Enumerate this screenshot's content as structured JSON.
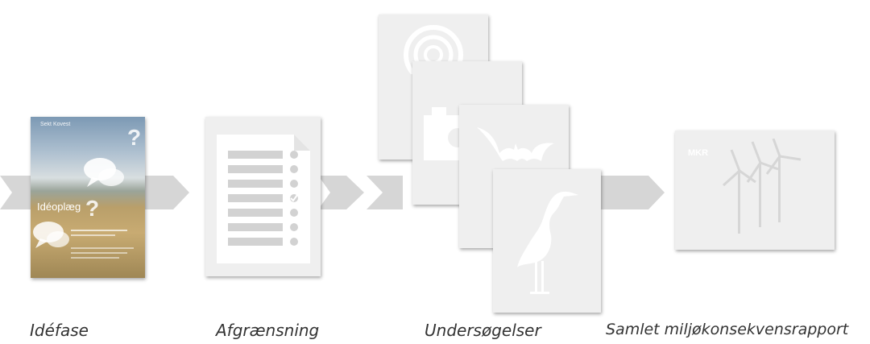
{
  "stages": [
    {
      "label": "Idéfase"
    },
    {
      "label": "Afgrænsning"
    },
    {
      "label": "Undersøgelser"
    },
    {
      "label": "Samlet miljøkonsekvensrapport"
    }
  ],
  "cover": {
    "logo_text": "Sekt Kovest",
    "title": "Idéoplæg",
    "question_mark_1": "?",
    "question_mark_2": "?"
  },
  "report_card": {
    "label": "MKR"
  },
  "icons": [
    "speech-bubble-icon",
    "question-mark-icon",
    "checklist-icon",
    "radar-icon",
    "camera-icon",
    "bat-icon",
    "heron-icon",
    "wind-turbines-icon"
  ],
  "colors": {
    "arrow": "#d6d6d6",
    "card": "#efefef",
    "glyph": "#ffffff"
  }
}
